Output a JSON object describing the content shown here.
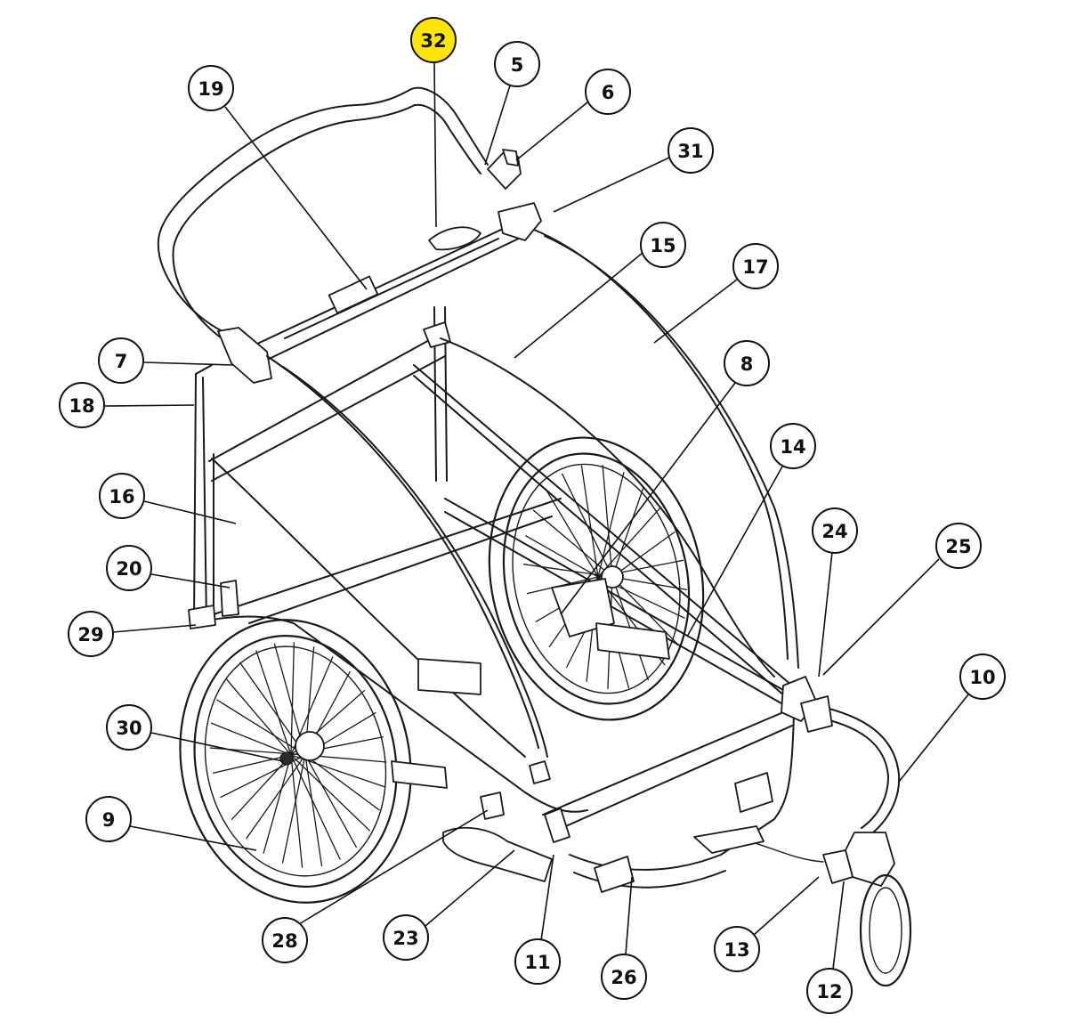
{
  "highlight_color": "#ffe600",
  "callouts": [
    {
      "label": "32",
      "highlight": true
    },
    {
      "label": "5"
    },
    {
      "label": "19"
    },
    {
      "label": "6"
    },
    {
      "label": "31"
    },
    {
      "label": "15"
    },
    {
      "label": "17"
    },
    {
      "label": "7"
    },
    {
      "label": "18"
    },
    {
      "label": "8"
    },
    {
      "label": "14"
    },
    {
      "label": "16"
    },
    {
      "label": "24"
    },
    {
      "label": "25"
    },
    {
      "label": "20"
    },
    {
      "label": "29"
    },
    {
      "label": "10"
    },
    {
      "label": "30"
    },
    {
      "label": "9"
    },
    {
      "label": "28"
    },
    {
      "label": "23"
    },
    {
      "label": "11"
    },
    {
      "label": "26"
    },
    {
      "label": "13"
    },
    {
      "label": "12"
    }
  ]
}
